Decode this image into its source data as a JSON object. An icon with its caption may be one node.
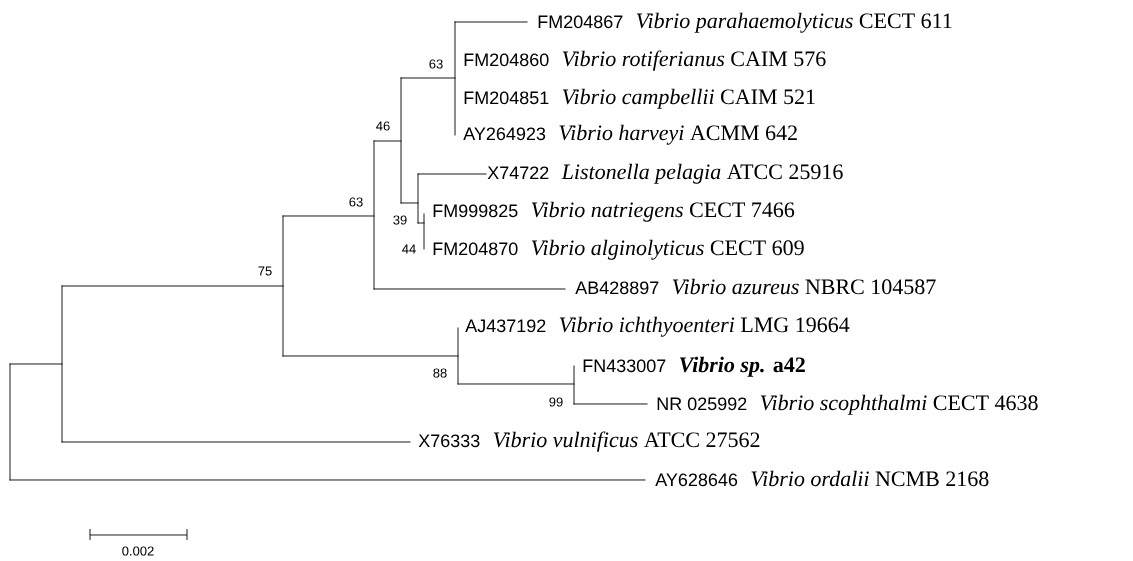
{
  "diagram": {
    "labels": [
      "FM204867",
      "*Vibrio parahaemolyticus* CECT 611",
      "63",
      "FM204860",
      "*Vibrio rotiferianus* CAIM 576",
      "FM204851",
      "*Vibrio campbellii* CAIM 521",
      "46",
      "AY264923",
      "*Vibrio harveyi* ACMM 642",
      "X74722",
      "*Listonella pelagia* ATCC 25916",
      "63",
      "FM999825",
      "*Vibrio natriegens* CECT 7466",
      "39",
      "44",
      "FM204870",
      "*Vibrio alginolyticus* CECT 609",
      "75",
      "AB428897",
      "*Vibrio azureus* NBRC 104587",
      "AJ437192",
      "*Vibrio ichthyoenteri* LMG 19664",
      "FN433007",
      "*Vibrio sp.* a42",
      "88",
      "99",
      "NR 025992",
      "*Vibrio scophthalmi* CECT 4638",
      "X76333",
      "*Vibrio vulnificus* ATCC 27562",
      "AY628646",
      "*Vibrio ordalii* NCMB 2168",
      "0.002"
    ]
  }
}
